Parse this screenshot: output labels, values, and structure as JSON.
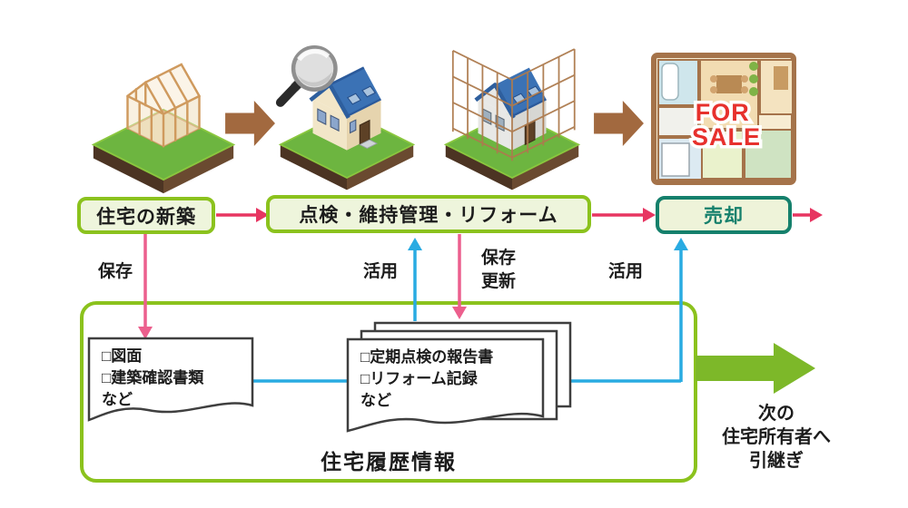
{
  "diagram": {
    "stages": {
      "stage1": "住宅の新築",
      "stage2": "点検・維持管理・リフォーム",
      "stage3": "売却"
    },
    "connectors": {
      "save1": "保存",
      "use1": "活用",
      "save2_line1": "保存",
      "save2_line2": "更新",
      "use2": "活用"
    },
    "documents": {
      "doc1": {
        "lines": [
          "□図面",
          "□建築確認書類",
          "など"
        ]
      },
      "doc2": {
        "lines": [
          "□定期点検の報告書",
          "□リフォーム記録",
          "など"
        ]
      }
    },
    "repository": {
      "label": "住宅履歴情報"
    },
    "handover": {
      "lines": [
        "次の",
        "住宅所有者へ",
        "引継ぎ"
      ]
    },
    "forsale": {
      "line1": "FOR",
      "line2": "SALE"
    },
    "illustrations": {
      "stage1": "house-under-construction",
      "stage2": "house-with-magnifying-glass",
      "stage3": "house-with-scaffolding",
      "stage4": "floor-plan-for-sale"
    }
  },
  "colors": {
    "flow_green_border": "#8bc21d",
    "flow_box_fill": "#eef5dc",
    "sale_teal": "#15806c",
    "sale_box_fill": "#eef3d9",
    "pink_arrow": "#e73561",
    "pink_arrow_light": "#ec5f8d",
    "blue_arrow": "#29abe2",
    "handover_green": "#7db829",
    "brown_arrow": "#a2693f",
    "text_dark": "#1c1c1c"
  }
}
